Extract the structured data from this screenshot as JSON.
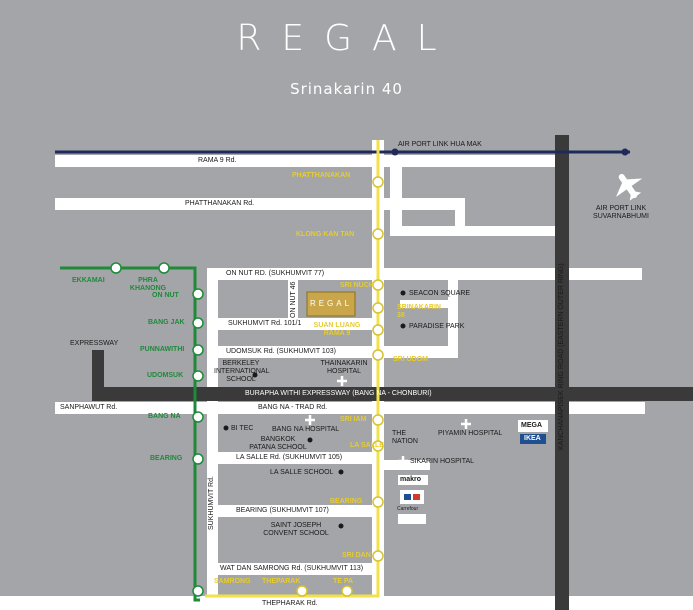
{
  "brand": {
    "logo": "REGAL",
    "subtitle": "Srinakarin 40",
    "badge": "REGAL"
  },
  "roads": {
    "rama9": "RAMA 9 Rd.",
    "phatthanakan": "PHATTHANAKAN Rd.",
    "on_nut": "ON NUT RD. (SUKHUMVIT 77)",
    "sukhumvit101_1": "SUKHUMVIT Rd. 101/1",
    "udomsuk": "UDOMSUK Rd. (SUKHUMVIT 103)",
    "expressway": "EXPRESSWAY",
    "burapha": "BURAPHA WITHI EXPRESSWAY (BANG NA - CHONBURI)",
    "sanphawut": "SANPHAWUT Rd.",
    "bangna_trad": "BANG NA - TRAD Rd.",
    "lasalle": "LA SALLE Rd. (SUKHUMVIT 105)",
    "bearing": "BEARING (SUKHUMVIT 107)",
    "wat_dan_samrong": "WAT DAN SAMRONG Rd. (SUKHUMVIT 113)",
    "thepharak": "THEPHARAK Rd.",
    "on_nut_46": "ON NUT 46",
    "sukhumvit_rd": "SUKHUMVIT Rd.",
    "kanchanapisek": "KANCHANAPISEK RING ROAD (EASTERN OUTER RING)"
  },
  "airport_link": {
    "line": "AIR PORT LINK HUA MAK",
    "airport": "AIR PORT LINK SUVARNABHUMI"
  },
  "green_line": [
    "EKKAMAI",
    "PHRA KHANONG",
    "ON NUT",
    "BANG JAK",
    "PUNNAWITHI",
    "UDOMSUK",
    "BANG NA",
    "BEARING",
    "SAMRONG"
  ],
  "yellow_line": [
    "PHATTHANAKAN",
    "KLONG KAN TAN",
    "SRI NUCH",
    "SRINAKARIN 38",
    "SUAN LUANG RAMA 9",
    "SRI UDOM",
    "SRI IAM",
    "LA SALLE",
    "BEARING",
    "SRI DAN",
    "THEPARAK",
    "TE PA"
  ],
  "places": {
    "seacon": "SEACON SQUARE",
    "paradise": "PARADISE PARK",
    "berkeley": "BERKELEY INTERNATIONAL SCHOOL",
    "thainakarin": "THAINAKARIN HOSPITAL",
    "bitec": "BI TEC",
    "bangna_hospital": "BANG NA HOSPITAL",
    "patana": "BANGKOK PATANA SCHOOL",
    "the_nation": "THE NATION",
    "piyamin": "PIYAMIN HOSPITAL",
    "mega": "MEGA",
    "ikea": "IKEA",
    "sikarin": "SIKARIN HOSPITAL",
    "lasalle_school": "LA SALLE SCHOOL",
    "makro": "makro",
    "carrefour": "Carrefour",
    "saint_joseph": "SAINT JOSEPH CONVENT SCHOOL"
  },
  "colors": {
    "background": "#a3a5a8",
    "road": "#ffffff",
    "expressway": "#3a3a3a",
    "green_line": "#1f8a3a",
    "yellow_line": "#f2e24a",
    "airport_link": "#1e2a5a",
    "project": "#c9a64a"
  },
  "icons": [
    "airplane-icon",
    "hospital-cross-icon",
    "school-dot-icon",
    "station-icon"
  ]
}
